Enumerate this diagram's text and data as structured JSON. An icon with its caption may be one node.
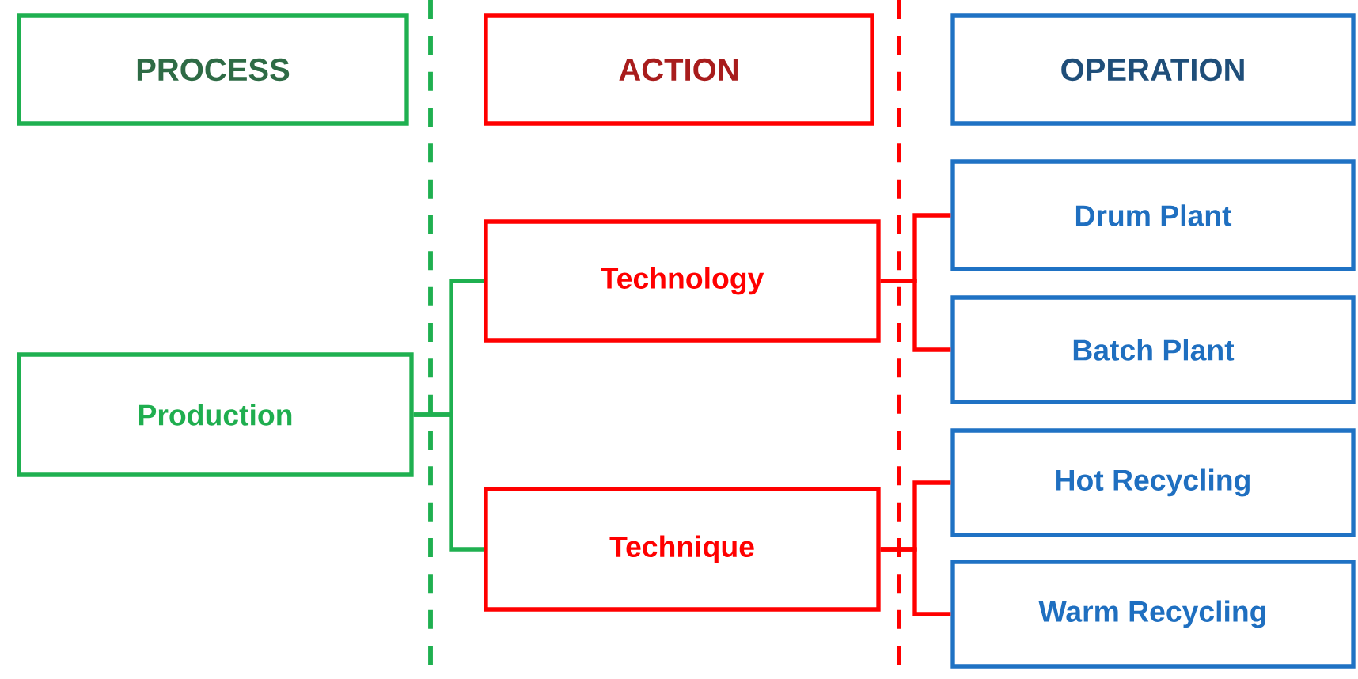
{
  "diagram": {
    "nodes": [
      {
        "text": [
          "PROCESS"
        ]
      },
      {
        "text": [
          "ACTION"
        ]
      },
      {
        "text": [
          "OPERATION"
        ]
      },
      {
        "text": [
          "Production"
        ]
      },
      {
        "text": [
          "Technology"
        ]
      },
      {
        "text": [
          "Technique"
        ]
      },
      {
        "text": [
          "Drum Plant"
        ]
      },
      {
        "text": [
          "Batch Plant"
        ]
      },
      {
        "text": [
          "Hot Recycling"
        ]
      },
      {
        "text": [
          "Warm  Recycling"
        ]
      }
    ],
    "edges": [
      {
        "from": 3,
        "to": 4,
        "arrow": "none",
        "color": "#1fb050"
      },
      {
        "from": 3,
        "to": 5,
        "arrow": "none",
        "color": "#1fb050"
      },
      {
        "from": 4,
        "to": 6,
        "arrow": "none"
      },
      {
        "from": 4,
        "to": 7,
        "arrow": "none"
      },
      {
        "from": 5,
        "to": 8,
        "arrow": "none"
      },
      {
        "from": 5,
        "to": 9,
        "arrow": "none"
      }
    ]
  }
}
